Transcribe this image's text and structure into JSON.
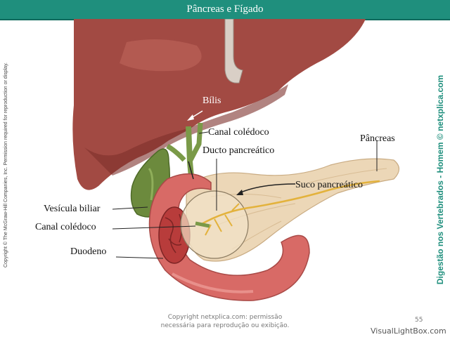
{
  "title": "Pâncreas e Fígado",
  "labels": {
    "bilis": "Bílis",
    "canal_coledoco_top": "Canal colédoco",
    "ducto_pancreatico": "Ducto pancreático",
    "pancreas": "Pâncreas",
    "suco_pancreatico": "Suco pancreático",
    "vesicula_biliar": "Vesícula biliar",
    "canal_coledoco_left": "Canal colédoco",
    "duodeno": "Duodeno"
  },
  "left_credit": "Copyright © The McGraw-Hill Companies, Inc. Permission required for reproduction or display.",
  "right_credit": "Digestão nos Vertebrados - Homem © netxplica.com",
  "footer": {
    "line1": "Copyright netxplica.com: permissão",
    "line2": "necessária para reprodução ou exibição."
  },
  "page_number": "55",
  "watermark": "VisualLightBox.com"
}
